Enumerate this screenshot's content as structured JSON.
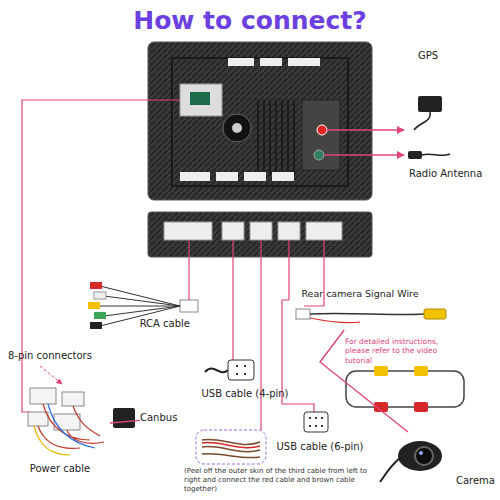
{
  "diagram": {
    "title": "How to connect?",
    "nodes": [
      {
        "text": [
          "GPS"
        ]
      },
      {
        "text": [
          "Radio Antenna"
        ]
      },
      {
        "text": [
          "RCA cable"
        ]
      },
      {
        "text": [
          "Rear camera Signal Wire"
        ]
      },
      {
        "text": [
          "8-pin connectors"
        ]
      },
      {
        "text": [
          "USB cable (4-pin)"
        ]
      },
      {
        "text": [
          "Power cable"
        ]
      },
      {
        "text": [
          "Canbus"
        ]
      },
      {
        "text": [
          "USB cable (6-pin)"
        ]
      },
      {
        "text": [
          "Carema"
        ]
      }
    ],
    "edges": [
      {
        "from": 3,
        "to": 9,
        "arrow": "none"
      },
      {
        "from": 7,
        "to": 6,
        "arrow": "none"
      }
    ],
    "labels": [
      "For detailed instructions, please refer to the video tutorial",
      "(Peel off the outer skin of the third cable from left to right and connect the red cable and brown cable together)"
    ]
  }
}
